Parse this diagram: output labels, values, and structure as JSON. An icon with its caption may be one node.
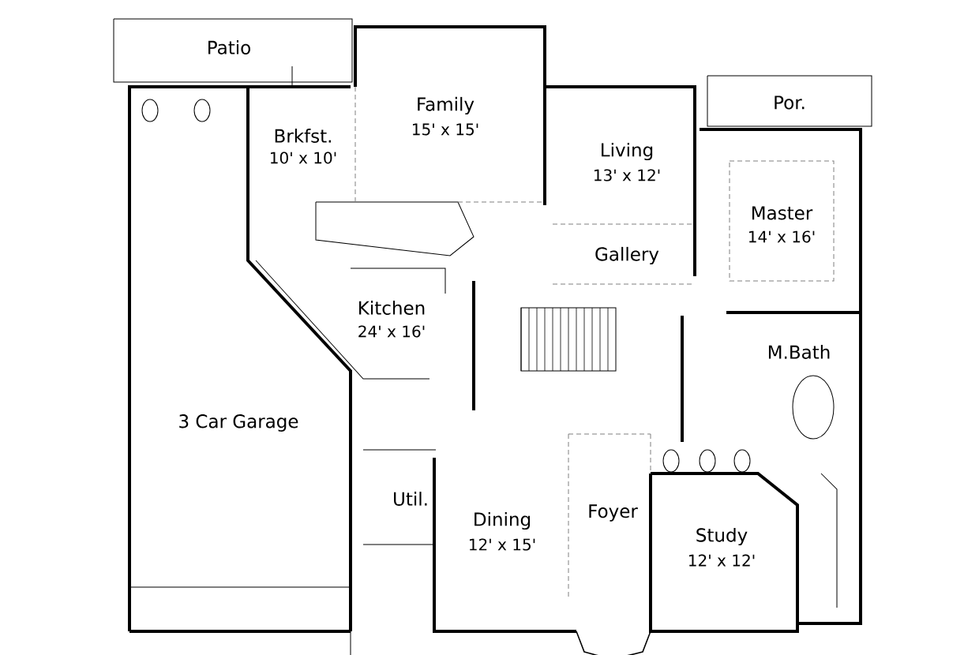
{
  "diagram": {
    "labels": [
      "Patio",
      "Family",
      "15' x 15'",
      "Brkfst.",
      "10' x 10'",
      "Living",
      "13' x 12'",
      "Por.",
      "Master",
      "14' x 16'",
      "Gallery",
      "Kitchen",
      "24' x 16'",
      "M.Bath",
      "3 Car Garage",
      "Util.",
      "Dining",
      "12' x 15'",
      "Foyer",
      "Study",
      "12' x 12'"
    ]
  }
}
